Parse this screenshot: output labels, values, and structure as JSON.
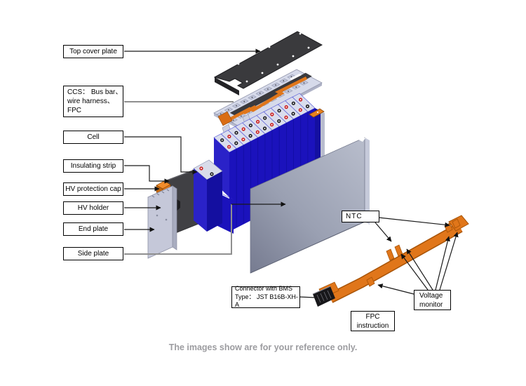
{
  "labels": {
    "top_cover_plate": "Top cover plate",
    "ccs": [
      "CCS： Bus bar、",
      "wire harness、",
      "FPC"
    ],
    "cell": "Cell",
    "insulating_strip": "Insulating strip",
    "hv_protection_cap": "HV protection cap",
    "hv_holder": "HV holder",
    "end_plate": "End plate",
    "side_plate": "Side plate",
    "ntc": "NTC",
    "connector": [
      "Connector with BMS",
      "Type： JST B16B-XH-A"
    ],
    "voltage_monitor": [
      "Voltage",
      "monitor"
    ],
    "fpc_instruction": [
      "FPC",
      "instruction"
    ]
  },
  "caption": "The images show are for your reference only.",
  "colors": {
    "cell-blue": "#1b12bc",
    "cell-blue-side": "#2a22c8",
    "cell-blue-dark": "#140fa0",
    "cell-top": "#d9dcea",
    "cover-dark": "#3a3a3d",
    "tray-lavender": "#d6daea",
    "plate-gray": "#a9aec0",
    "fpc-orange": "#e0761a",
    "fpc-orange-dark": "#a85408",
    "caption-gray": "#9c9ca0",
    "line-black": "#1a1a1a",
    "line-gray": "#8f8f8f"
  }
}
